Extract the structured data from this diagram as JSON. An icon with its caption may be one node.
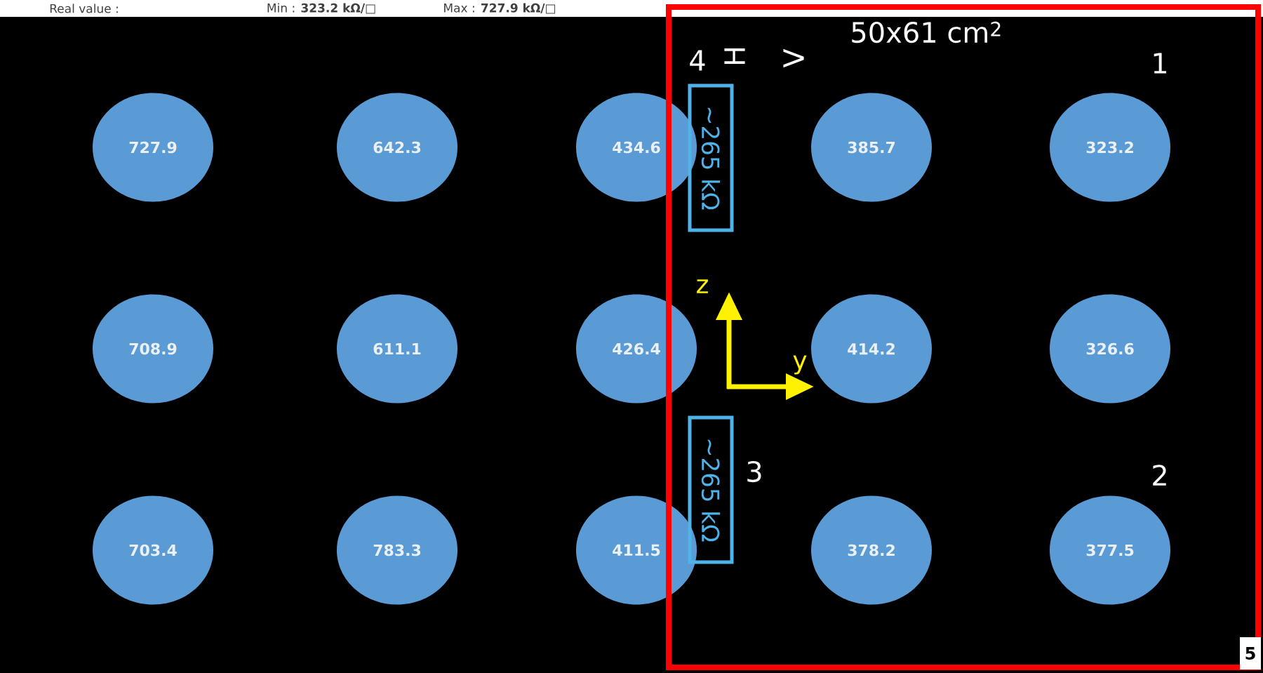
{
  "diagram": {
    "nodes": [
      {
        "text": [
          "727.9"
        ]
      },
      {
        "text": [
          "642.3"
        ]
      },
      {
        "text": [
          "434.6"
        ]
      },
      {
        "text": [
          "385.7"
        ]
      },
      {
        "text": [
          "323.2"
        ]
      },
      {
        "text": [
          "708.9"
        ]
      },
      {
        "text": [
          "611.1"
        ]
      },
      {
        "text": [
          "426.4"
        ]
      },
      {
        "text": [
          "414.2"
        ]
      },
      {
        "text": [
          "326.6"
        ]
      },
      {
        "text": [
          "703.4"
        ]
      },
      {
        "text": [
          "783.3"
        ]
      },
      {
        "text": [
          "411.5"
        ]
      },
      {
        "text": [
          "378.2"
        ]
      },
      {
        "text": [
          "377.5"
        ]
      },
      {
        "text": [
          "~265 kΩ"
        ]
      },
      {
        "text": [
          "~265 kΩ"
        ]
      }
    ],
    "labels": [
      "Real value :",
      "Min : **323.2 kΩ/□**",
      "Max : **727.9 kΩ/□**",
      "50x61 cm$^{2}$",
      "4",
      "H",
      "V",
      "1",
      "z",
      "y",
      "3",
      "2",
      "5"
    ]
  }
}
